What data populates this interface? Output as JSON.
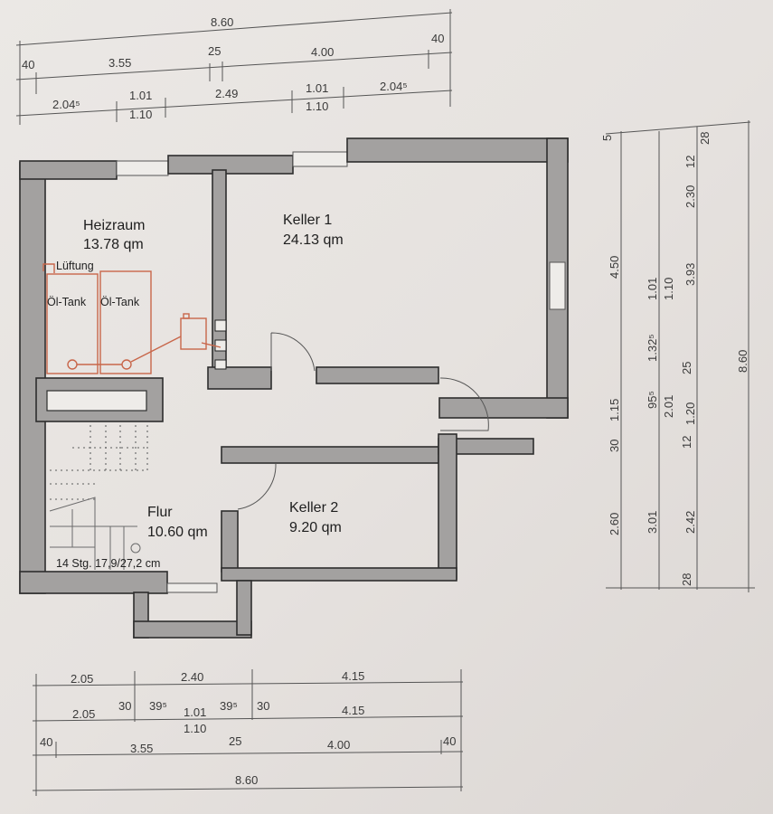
{
  "plan": {
    "rooms": [
      {
        "name": "Heizraum",
        "area": "13.78 qm"
      },
      {
        "name": "Keller 1",
        "area": "24.13 qm"
      },
      {
        "name": "Flur",
        "area": "10.60 qm"
      },
      {
        "name": "Keller 2",
        "area": "9.20 qm"
      }
    ],
    "fixtures": {
      "ventilation": "Lüftung",
      "tank1": "Öl-Tank",
      "tank2": "Öl-Tank"
    },
    "stairs_note": "14 Stg. 17,9/27,2 cm",
    "colors": {
      "walls": "#a3a1a0",
      "heating_equipment": "#c8664a"
    }
  },
  "dimensions": {
    "top": {
      "row1": [
        "8.60"
      ],
      "row2": [
        "40",
        "3.55",
        "25",
        "4.00",
        "40"
      ],
      "row3": [
        "2.04⁵",
        "1.01",
        "1.10",
        "2.49",
        "1.01",
        "1.10",
        "2.04⁵"
      ]
    },
    "right": {
      "col1": [
        "5",
        "4.50",
        "1.15",
        "30",
        "2.60"
      ],
      "col2": [
        "1.01",
        "1.10",
        "1.32⁵",
        "95⁵",
        "2.01",
        "3.01"
      ],
      "col3": [
        "12",
        "28",
        "2.30",
        "3.93",
        "25",
        "1.20",
        "12",
        "2.42",
        "28"
      ],
      "col4": [
        "8.60"
      ]
    },
    "bottom": {
      "row1": [
        "2.05",
        "2.40",
        "4.15"
      ],
      "row2": [
        "2.05",
        "30",
        "39⁵",
        "1.01",
        "1.10",
        "39⁵",
        "30",
        "4.15"
      ],
      "row3": [
        "40",
        "3.55",
        "25",
        "4.00",
        "40"
      ],
      "row4": [
        "8.60"
      ]
    }
  }
}
